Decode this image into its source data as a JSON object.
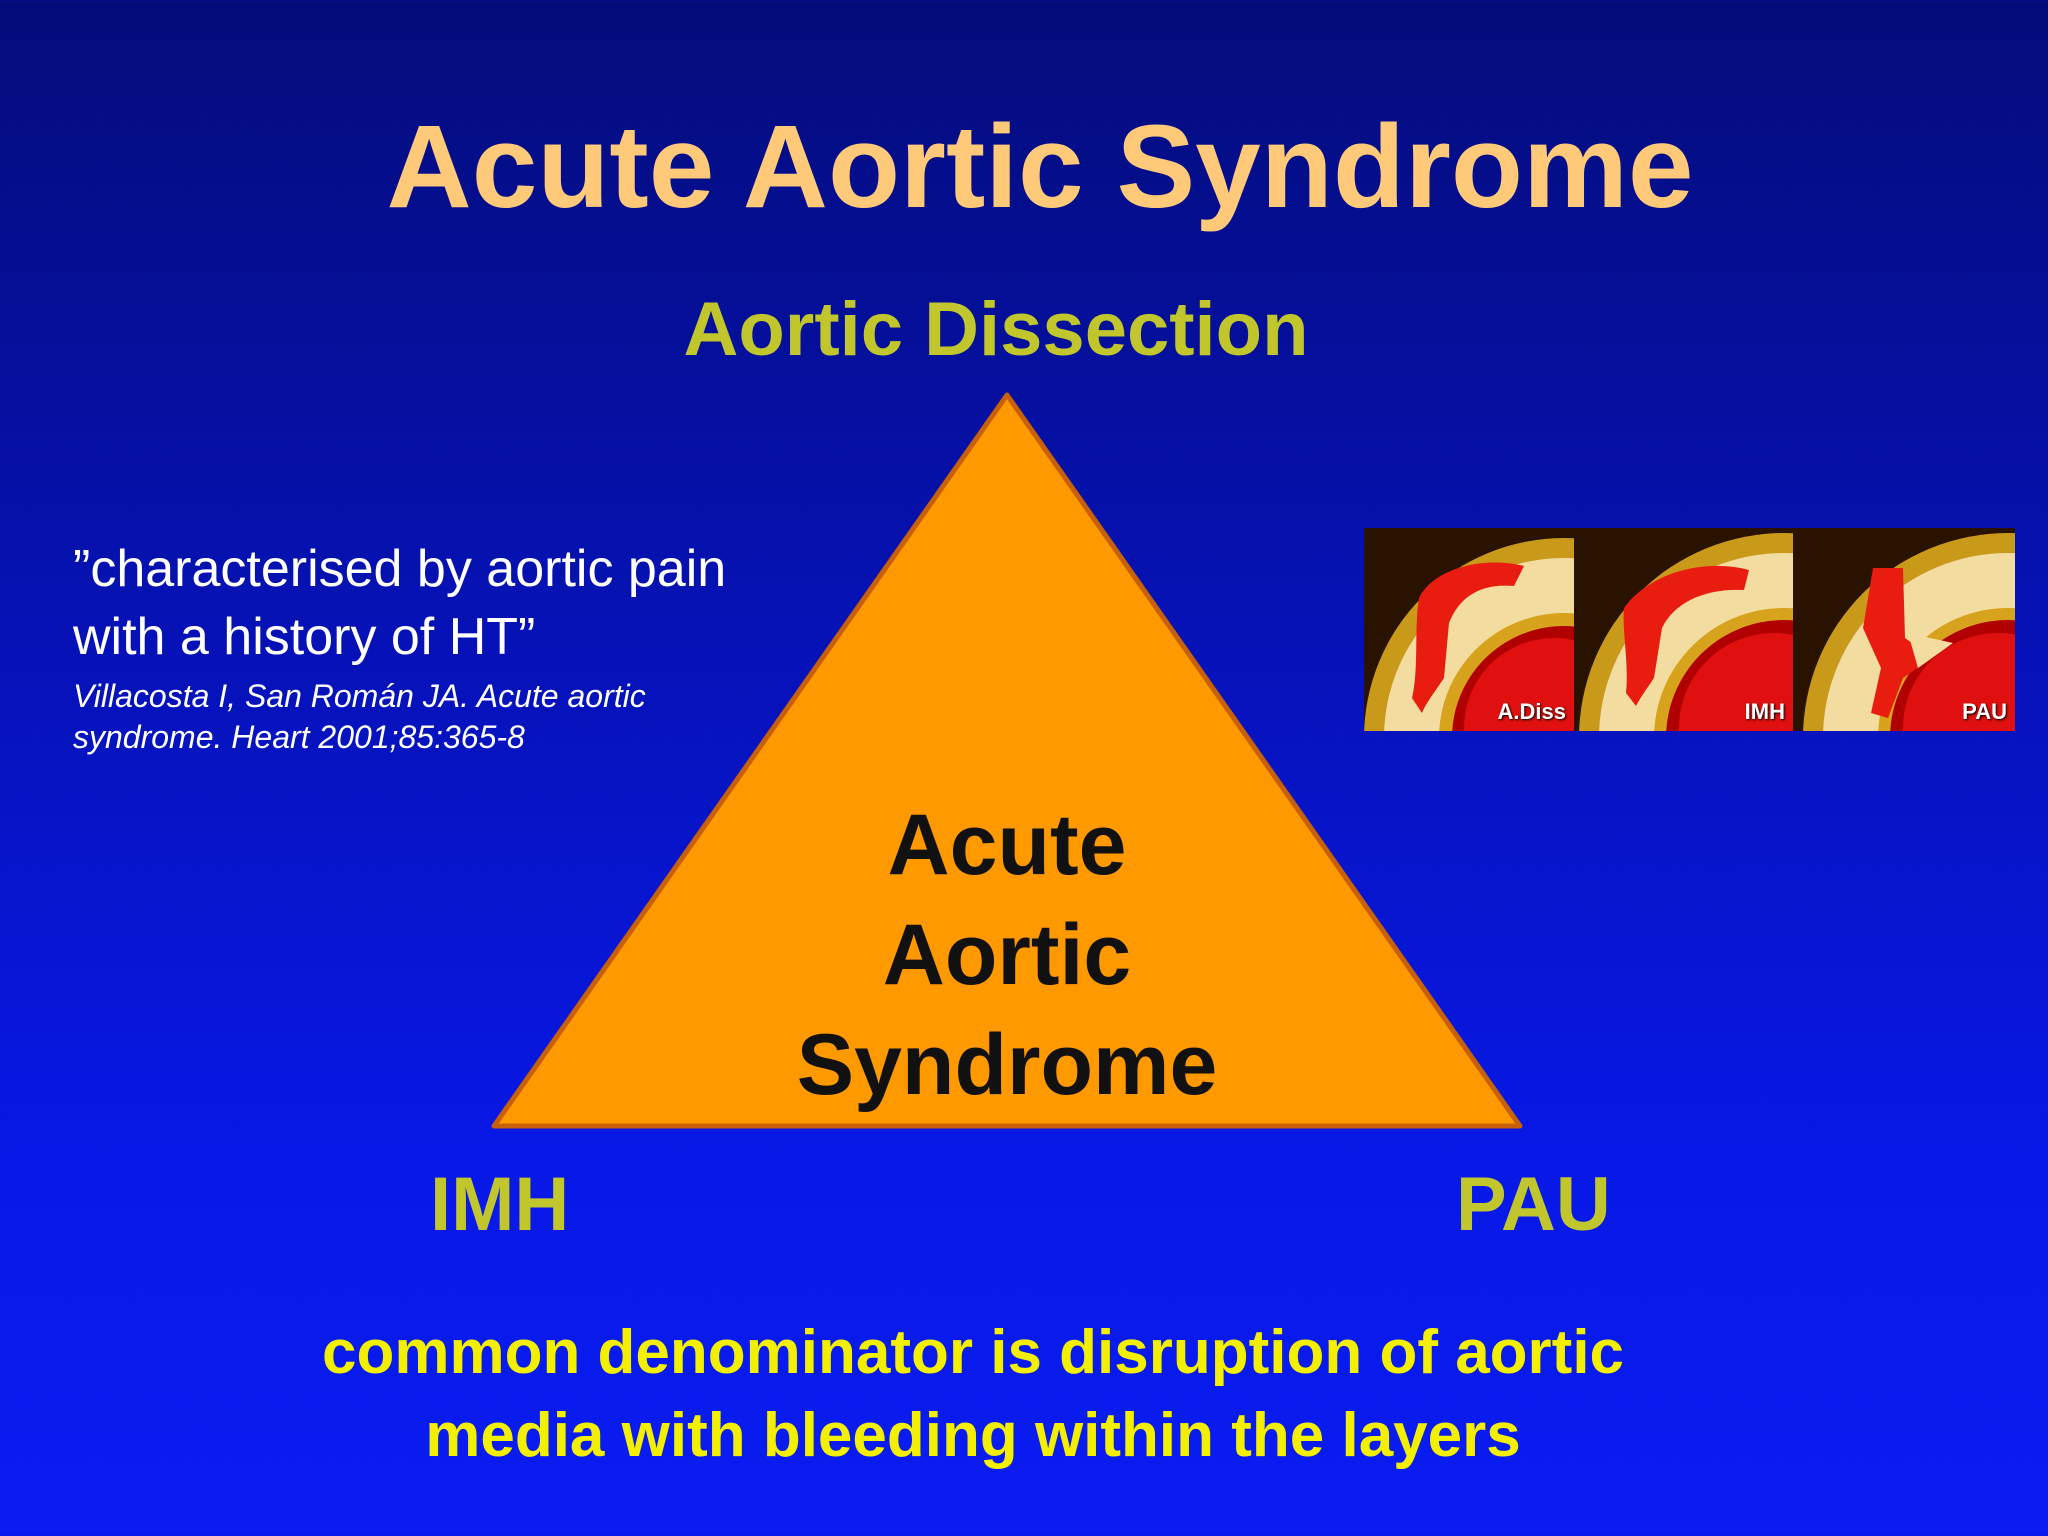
{
  "title": "Acute Aortic Syndrome",
  "diagram": {
    "top_label": "Aortic Dissection",
    "left_label": "IMH",
    "right_label": "PAU",
    "center_lines": [
      "Acute",
      "Aortic",
      "Syndrome"
    ],
    "triangle_color": "#ff9900"
  },
  "quote": {
    "line1": "”characterised by aortic pain",
    "line2": "with a history of HT”",
    "citation_line1": "Villacosta I, San Román JA. Acute aortic",
    "citation_line2": "syndrome. Heart 2001;85:365-8"
  },
  "images": [
    {
      "label": "A.Diss"
    },
    {
      "label": "IMH"
    },
    {
      "label": "PAU"
    }
  ],
  "footer": {
    "line1": "common denominator is disruption of aortic",
    "line2": "media with bleeding within the layers"
  },
  "colors": {
    "title": "#ffc97a",
    "vertex_labels": "#c1c62c",
    "footer": "#f2f000"
  }
}
